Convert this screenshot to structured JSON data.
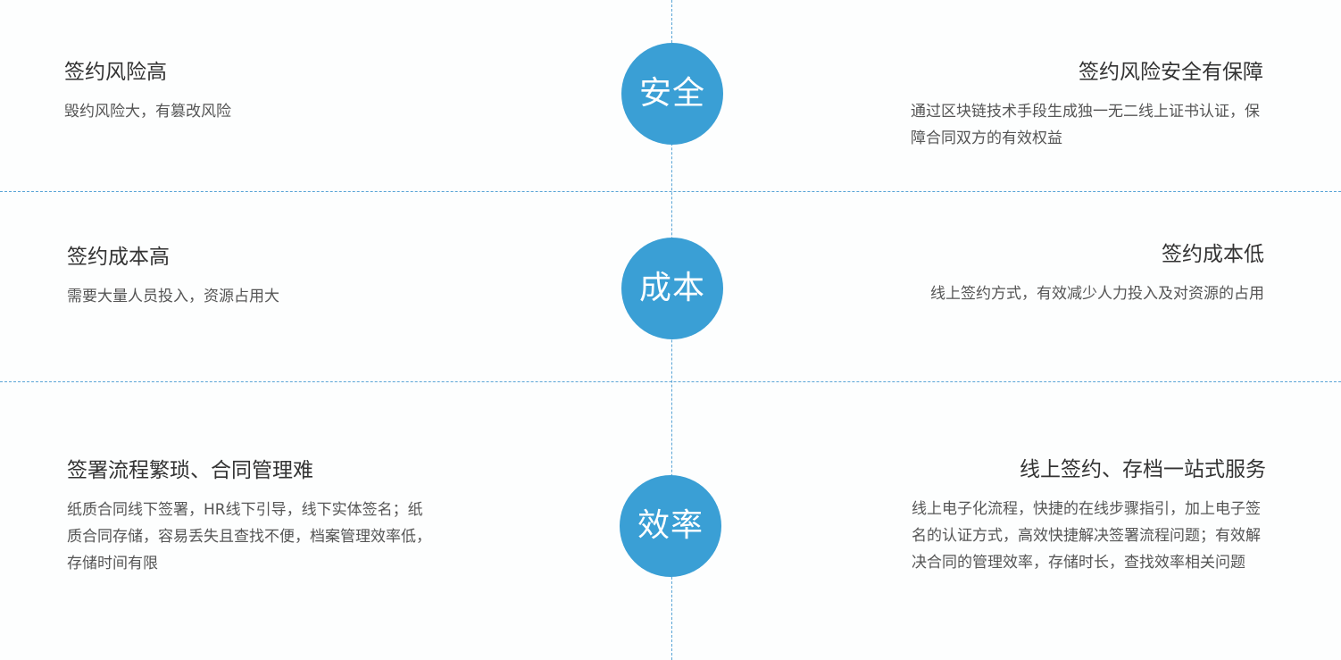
{
  "rows": [
    {
      "circle_label": "安全",
      "left": {
        "title": "签约风险高",
        "desc": "毁约风险大，有篡改风险"
      },
      "right": {
        "title": "签约风险安全有保障",
        "desc": "通过区块链技术手段生成独一无二线上证书认证，保障合同双方的有效权益"
      }
    },
    {
      "circle_label": "成本",
      "left": {
        "title": "签约成本高",
        "desc": "需要大量人员投入，资源占用大"
      },
      "right": {
        "title": "签约成本低",
        "desc": "线上签约方式，有效减少人力投入及对资源的占用"
      }
    },
    {
      "circle_label": "效率",
      "left": {
        "title": "签署流程繁琐、合同管理难",
        "desc": "纸质合同线下签署，HR线下引导，线下实体签名；纸质合同存储，容易丢失且查找不便，档案管理效率低，存储时间有限"
      },
      "right": {
        "title": "线上签约、存档一站式服务",
        "desc": "线上电子化流程，快捷的在线步骤指引，加上电子签名的认证方式，高效快捷解决签署流程问题；有效解决合同的管理效率，存储时长，查找效率相关问题"
      }
    }
  ],
  "colors": {
    "circle": "#3a9fd5",
    "divider": "#5aa5d6",
    "title_text": "#333333",
    "desc_text": "#555555"
  }
}
